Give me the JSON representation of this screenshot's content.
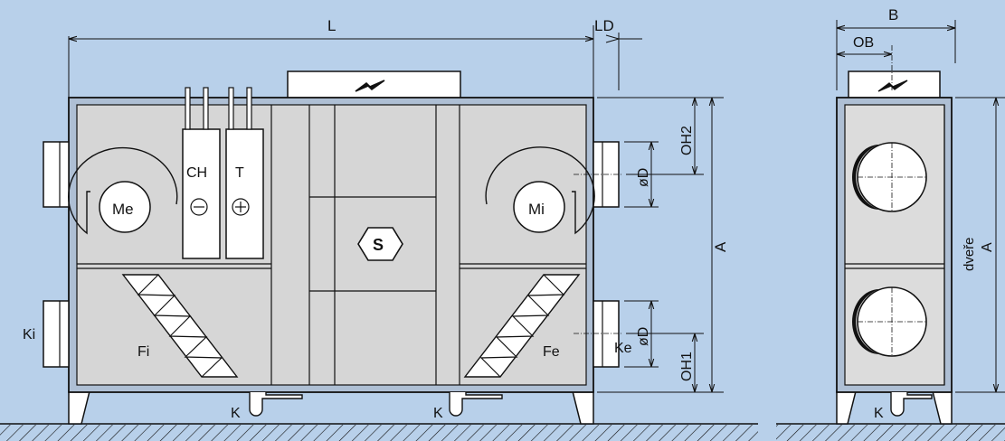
{
  "colors": {
    "background": "#b8d0ea",
    "housing_frame": "#aebfd4",
    "panel": "#d6d6d6",
    "door_panel": "#dcdcdc",
    "line": "#111111"
  },
  "front_view": {
    "dimensions": {
      "length": "L",
      "overhang": "LD",
      "height": "A",
      "upper_outlet_offset": "OH2",
      "lower_outlet_offset": "OH1",
      "upper_duct_diameter": "øD",
      "lower_duct_diameter": "øD"
    },
    "components": {
      "motor_left": "Me",
      "motor_right": "Mi",
      "cooler": "CH",
      "heater": "T",
      "cooler_symbol": "⊖",
      "heater_symbol": "⊕",
      "control_unit": "S",
      "filter_left": "Fi",
      "filter_right": "Fe",
      "inlet_left": "Ki",
      "outlet_right": "Ke",
      "drain_left": "K",
      "drain_right": "K"
    },
    "icons": [
      "lightning-bolt-icon"
    ]
  },
  "side_view": {
    "dimensions": {
      "width": "B",
      "outlet_offset": "OB",
      "door_label": "dveře",
      "height": "A"
    },
    "components": {
      "drain": "K"
    },
    "icons": [
      "lightning-bolt-icon"
    ]
  }
}
